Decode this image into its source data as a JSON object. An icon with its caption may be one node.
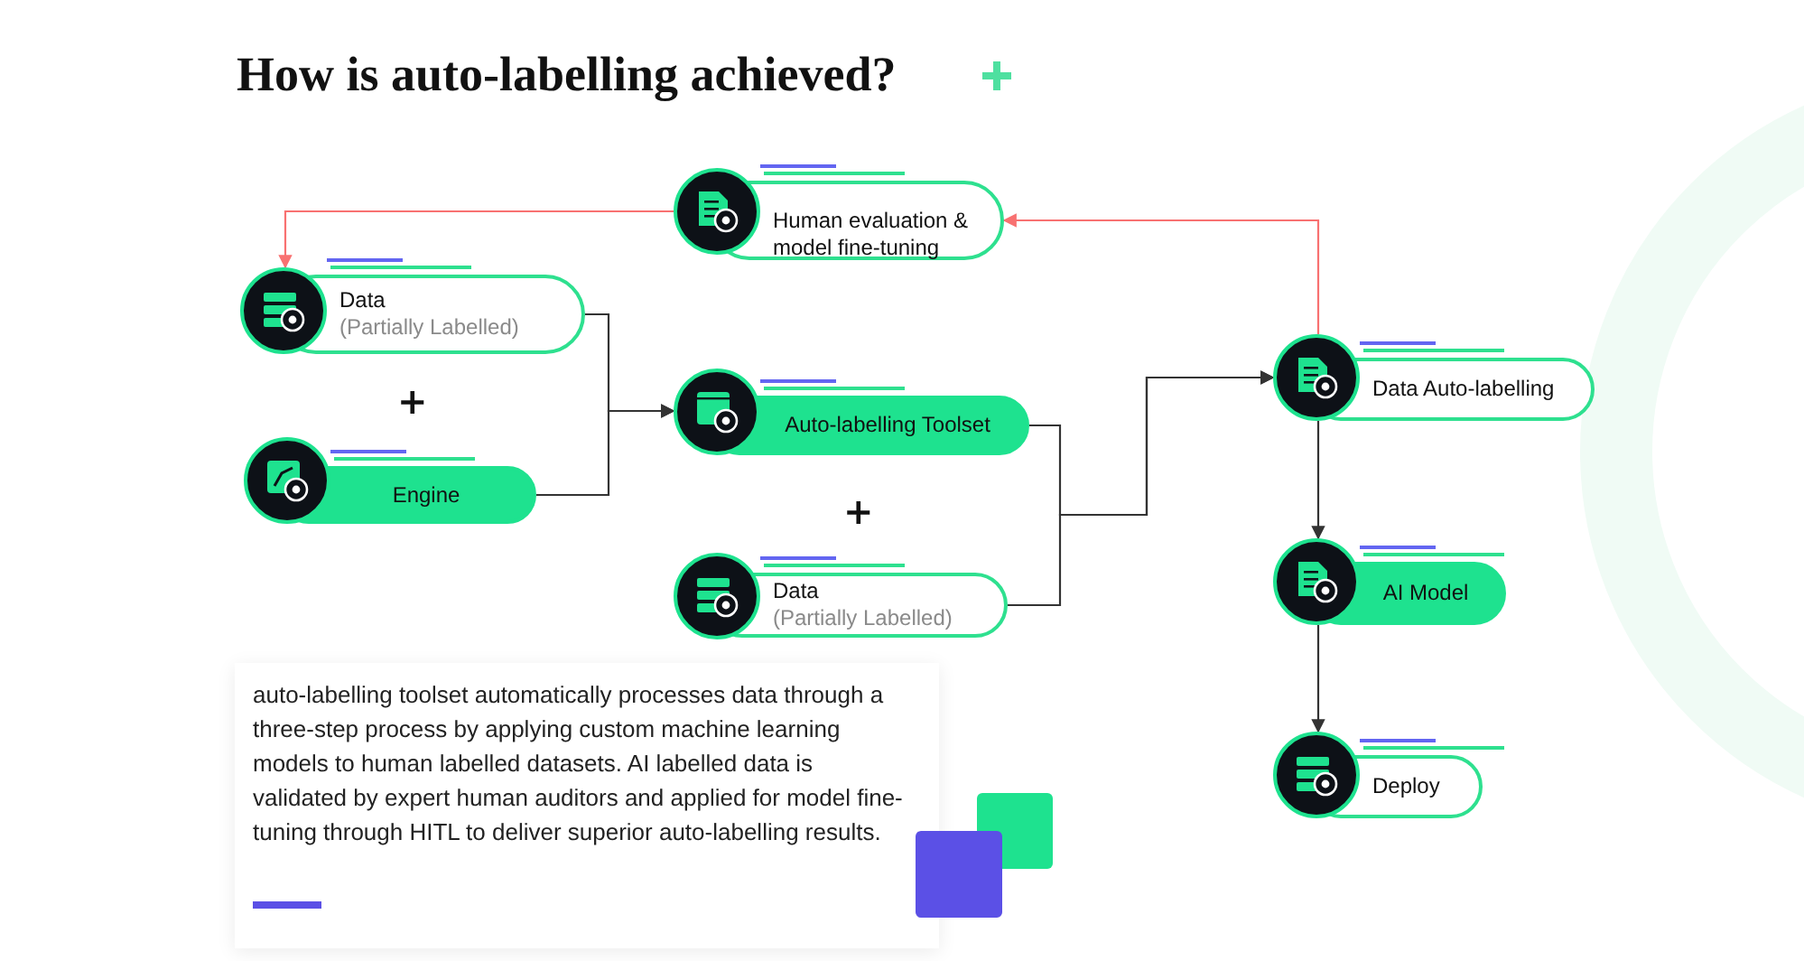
{
  "diagram": {
    "title": "How is auto-labelling achieved?",
    "nodes": [
      {
        "text": [
          "Human evaluation & model fine-tuning"
        ]
      },
      {
        "text": [
          "Data",
          "(Partially Labelled)"
        ]
      },
      {
        "text": [
          "Engine"
        ]
      },
      {
        "text": [
          "Auto-labelling Toolset"
        ]
      },
      {
        "text": [
          "Data",
          "(Partially Labelled)"
        ]
      },
      {
        "text": [
          "Data Auto-labelling"
        ]
      },
      {
        "text": [
          "AI Model"
        ]
      },
      {
        "text": [
          "Deploy"
        ]
      }
    ],
    "edges": [
      {
        "from": 1,
        "to": 3,
        "arrow": "to"
      },
      {
        "from": 2,
        "to": 3,
        "arrow": "to"
      },
      {
        "from": 3,
        "to": 5,
        "arrow": "to"
      },
      {
        "from": 4,
        "to": 5,
        "arrow": "to"
      },
      {
        "from": 5,
        "to": 0,
        "arrow": "to",
        "color": "#f87171"
      },
      {
        "from": 0,
        "to": 1,
        "arrow": "to",
        "color": "#f87171"
      },
      {
        "from": 5,
        "to": 6,
        "arrow": "to"
      },
      {
        "from": 6,
        "to": 7,
        "arrow": "to"
      }
    ],
    "labels": [
      "+",
      "+",
      "auto-labelling toolset automatically processes data through a three-step process by applying custom machine learning models to human labelled datasets. AI labelled data is validated by expert human auditors and applied for model fine-tuning through HITL to deliver superior auto-labelling results."
    ]
  }
}
